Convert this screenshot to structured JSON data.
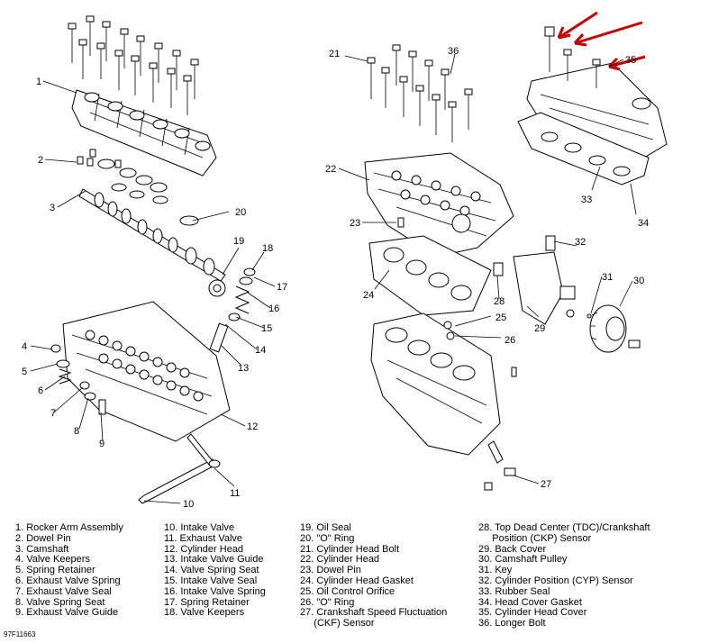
{
  "callouts": {
    "c1": "1",
    "c2": "2",
    "c3": "3",
    "c4": "4",
    "c5": "5",
    "c6": "6",
    "c7": "7",
    "c8": "8",
    "c9": "9",
    "c10": "10",
    "c11": "11",
    "c12": "12",
    "c13": "13",
    "c14": "14",
    "c15": "15",
    "c16": "16",
    "c17": "17",
    "c18": "18",
    "c19": "19",
    "c20": "20",
    "c21": "21",
    "c22": "22",
    "c23": "23",
    "c24": "24",
    "c25": "25",
    "c26": "26",
    "c27": "27",
    "c28": "28",
    "c29": "29",
    "c30": "30",
    "c31": "31",
    "c32": "32",
    "c33": "33",
    "c34": "34",
    "c35": "35",
    "c36": "36"
  },
  "legend": {
    "col1": [
      "1. Rocker Arm Assembly",
      "2. Dowel Pin",
      "3. Camshaft",
      "4. Valve Keepers",
      "5. Spring Retainer",
      "6. Exhaust Valve Spring",
      "7. Exhaust Valve Seal",
      "8. Valve Spring Seat",
      "9. Exhaust Valve Guide"
    ],
    "col2": [
      "10. Intake Valve",
      "11. Exhaust Valve",
      "12. Cylinder Head",
      "13. Intake Valve Guide",
      "14. Valve Spring Seat",
      "15. Intake Valve Seal",
      "16. Intake Valve Spring",
      "17. Spring Retainer",
      "18. Valve Keepers"
    ],
    "col3": [
      "19. Oil Seal",
      "20. \"O\" Ring",
      "21. Cylinder Head Bolt",
      "22. Cylinder Head",
      "23. Dowel Pin",
      "24. Cylinder Head Gasket",
      "25. Oil Control Orifice",
      "26. \"O\" Ring",
      "27. Crankshaft Speed Fluctuation",
      "     (CKF) Sensor"
    ],
    "col4": [
      "28. Top Dead Center (TDC)/Crankshaft",
      "     Position (CKP) Sensor",
      "29. Back Cover",
      "30. Camshaft Pulley",
      "31. Key",
      "32. Cylinder Position (CYP) Sensor",
      "33. Rubber Seal",
      "34. Head Cover Gasket",
      "35. Cylinder Head Cover",
      "36. Longer Bolt"
    ]
  },
  "caption": "97F11663",
  "colors": {
    "arrow": "#cc0000",
    "ink": "#000000"
  }
}
